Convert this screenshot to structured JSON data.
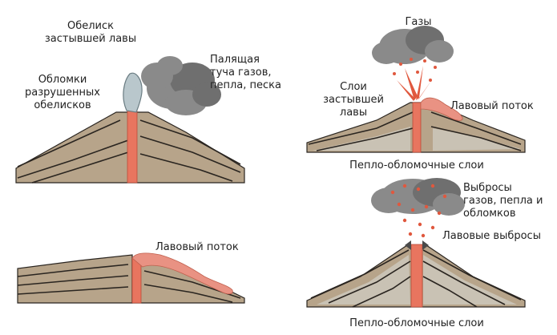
{
  "labels": {
    "obelisk": [
      "Обелиск",
      "застывшей лавы"
    ],
    "fragments": [
      "Обломки",
      "разрушенных",
      "обелисков"
    ],
    "glowing_cloud": [
      "Палящая",
      "туча газов,",
      "пепла, песка"
    ],
    "gases": "Газы",
    "layers": [
      "Слои",
      "застывшей",
      "лавы"
    ],
    "lava_flow_top": "Лавовый поток",
    "ash_cone_top": "Пепло-обломочные слои",
    "lava_flow_shield": "Лавовый поток",
    "ejecta": [
      "Выбросы",
      "газов, пепла и",
      "обломков"
    ],
    "lava_ejecta": "Лавовые выбросы",
    "ash_cone_bottom": "Пепло-обломочные слои"
  },
  "colors": {
    "rock": "#b7a48a",
    "lava": "#e8755f",
    "ash": "#c9c2b4",
    "cloud": "#8a8a8a"
  }
}
